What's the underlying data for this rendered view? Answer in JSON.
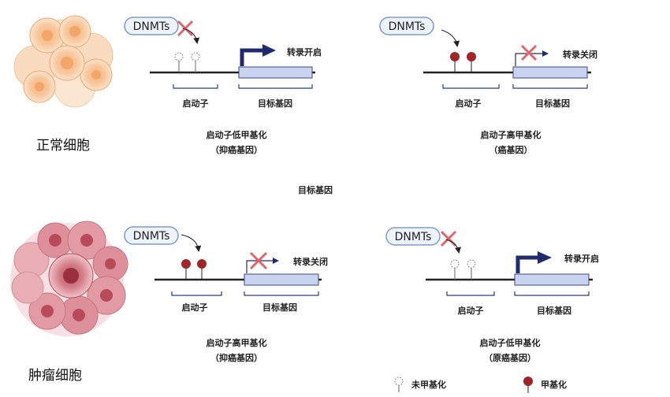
{
  "normal_cell": {
    "label": "正常细胞"
  },
  "tumor_cell": {
    "label": "肿瘤细胞"
  },
  "enzyme": "DNMTs",
  "panels": [
    {
      "promoter": "启动子",
      "gene": "目标基因",
      "status": "转录开启",
      "caption": "启动子低甲基化",
      "subcaption": "（抑癌基因）"
    },
    {
      "promoter": "启动子",
      "gene": "目标基因",
      "status": "转录关闭",
      "caption": "启动子高甲基化",
      "subcaption": "（癌基因）"
    },
    {
      "promoter": "启动子",
      "gene": "目标基因",
      "status": "转录关闭",
      "caption": "启动子高甲基化",
      "subcaption": "（抑癌基因）"
    },
    {
      "promoter": "启动子",
      "gene": "目标基因",
      "status": "转录开启",
      "caption": "启动子低甲基化",
      "subcaption": "（原癌基因）"
    }
  ],
  "middle_label": "目标基因",
  "legend": {
    "unmethylated": "未甲基化",
    "methylated": "甲基化"
  },
  "colors": {
    "arrow": "#1f2b6e",
    "cross": "#e0646a",
    "methyl": "#a3232a",
    "gene_box": "#c9d3ee",
    "bracket": "#2b3a8c"
  }
}
